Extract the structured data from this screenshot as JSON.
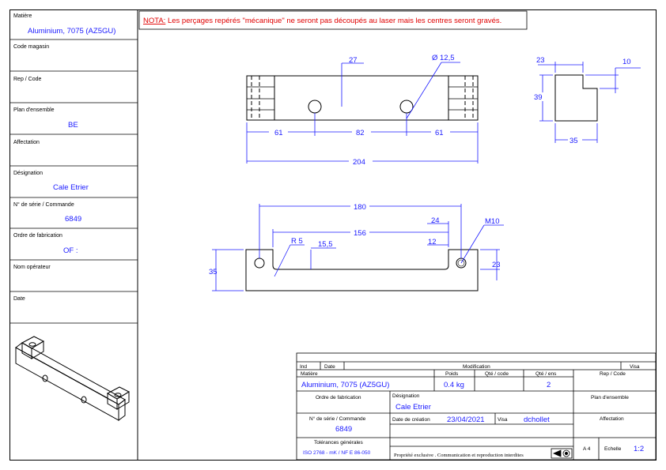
{
  "nota": {
    "prefix": "NOTA:",
    "text": " Les perçages repérés \"mécanique\" ne seront pas découpés au laser mais les centres seront gravés."
  },
  "left_panel": [
    {
      "label": "Matière",
      "value": "Aluminium, 7075 (AZ5GU)"
    },
    {
      "label": "Code magasin",
      "value": ""
    },
    {
      "label": "Rep / Code",
      "value": ""
    },
    {
      "label": "Plan d'ensemble",
      "value": "BE"
    },
    {
      "label": "Affectation",
      "value": ""
    },
    {
      "label": "Désignation",
      "value": "Cale Etrier"
    },
    {
      "label": "N° de série / Commande",
      "value": "6849"
    },
    {
      "label": "Ordre de fabrication",
      "value": "OF :"
    },
    {
      "label": "Nom opérateur",
      "value": ""
    },
    {
      "label": "Date",
      "value": ""
    }
  ],
  "dimensions": {
    "d27": "27",
    "d12_5": "Ø 12,5",
    "d61a": "61",
    "d82": "82",
    "d61b": "61",
    "d204": "204",
    "d23": "23",
    "d10": "10",
    "d39": "39",
    "d35s": "35",
    "d180": "180",
    "d24": "24",
    "dM10": "M10",
    "d156": "156",
    "dR5": "R 5",
    "d15_5": "15,5",
    "d12": "12",
    "d35": "35",
    "d23b": "23"
  },
  "title_block": {
    "ind": "Ind",
    "date": "Date",
    "modification": "Modification",
    "visa": "Visa",
    "matiere_label": "Matière",
    "matiere": "Aluminium, 7075 (AZ5GU)",
    "poids_label": "Poids",
    "poids": "0.4 kg",
    "qte_code_label": "Qté / code",
    "qte_ens_label": "Qté / ens",
    "qte_ens": "2",
    "rep_code_label": "Rep / Code",
    "ordre_label": "Ordre de fabrication",
    "designation_label": "Désignation",
    "designation": "Cale Etrier",
    "plan_label": "Plan d'ensemble",
    "serie_label": "N° de série / Commande",
    "serie": "6849",
    "creation_label": "Date de création",
    "creation": "23/04/2021",
    "visa_label": "Visa",
    "visa_value": "dchollet",
    "affectation_label": "Affectation",
    "tol_label": "Tolérances générales",
    "tol": "ISO 2768 - mK / NF E 86-050",
    "propriete": "Propriété exclusive . Communication et reproduction interdites",
    "format": "A 4",
    "echelle_label": "Echelle",
    "echelle": "1:2"
  }
}
